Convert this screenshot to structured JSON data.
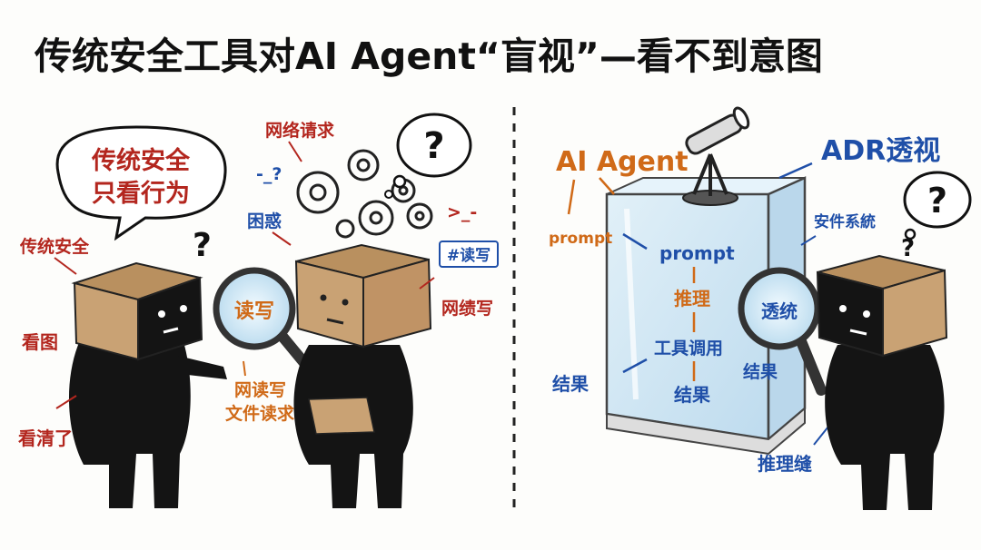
{
  "title": "传统安全工具对AI Agent“盲视”—看不到意图",
  "left_panel": {
    "speech_bubble_line1": "传统安全",
    "speech_bubble_line2": "只看行为",
    "label_traditional_security": "传统安全",
    "label_look_at_image": "看图",
    "label_saw_clearly": "看清了",
    "label_network_request": "网络请求",
    "label_confused": "困惑",
    "label_symbols_a": "-_?",
    "label_symbols_b": ">_-",
    "label_read_write_box": "#读写",
    "label_network_write": "网绩写",
    "lens_text": "读写",
    "label_net_read_write": "网读写",
    "label_file_read_request": "文件读求",
    "question_mark": "?"
  },
  "right_panel": {
    "label_ai_agent": "AI Agent",
    "label_adr": "ADR透视",
    "label_prompt_outside": "prompt",
    "flow_prompt": "prompt",
    "flow_reasoning": "推理",
    "flow_tool_call": "工具调用",
    "flow_result": "结果",
    "label_result_left": "结果",
    "label_result_right": "结果",
    "label_security_system": "安件系統",
    "lens_text": "透统",
    "label_reasoning_chain": "推理缝",
    "question_mark": "?"
  },
  "colors": {
    "red_label": "#b3261e",
    "blue_label": "#1f4fa8",
    "orange_label": "#d06a18",
    "box_brown": "#c9a274",
    "figure_black": "#141414"
  }
}
